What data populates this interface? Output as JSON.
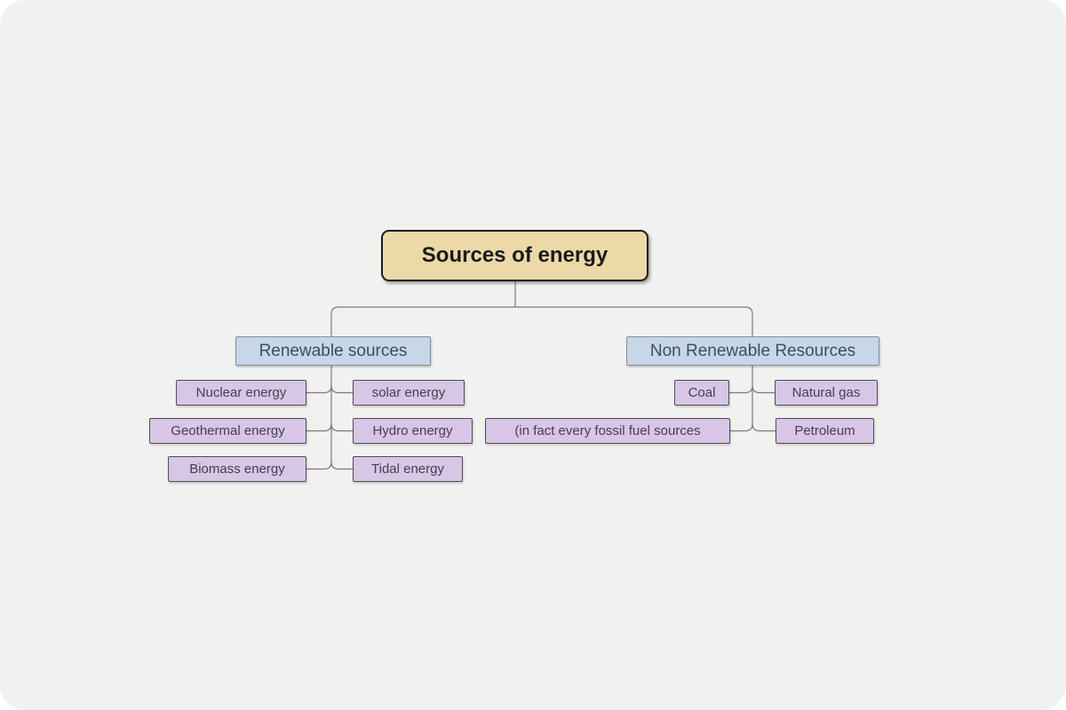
{
  "root": {
    "label": "Sources of energy"
  },
  "branches": {
    "renewable": {
      "label": "Renewable sources",
      "left": [
        "Nuclear energy",
        "Geothermal energy",
        "Biomass energy"
      ],
      "right": [
        "solar energy",
        "Hydro energy",
        "Tidal energy"
      ]
    },
    "nonrenewable": {
      "label": "Non Renewable Resources",
      "left": [
        "Coal",
        "(in fact every fossil fuel sources"
      ],
      "right": [
        "Natural gas",
        "Petroleum"
      ]
    }
  },
  "colors": {
    "canvas_bg": "#f1f1f0",
    "root_fill": "#ecd9a8",
    "root_border": "#1c1c1c",
    "branch_fill": "#c7d7e7",
    "branch_border": "#7f8f9e",
    "leaf_fill": "#d7c6e6",
    "leaf_border": "#4d4d55",
    "connector": "#7b7b7b"
  }
}
